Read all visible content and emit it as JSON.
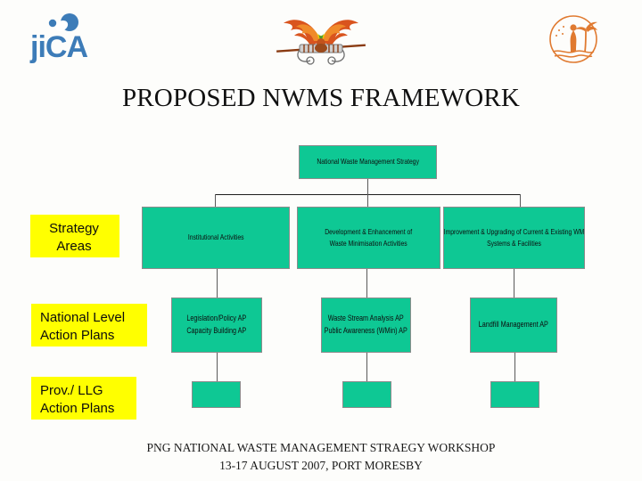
{
  "slide": {
    "title": "PROPOSED NWMS FRAMEWORK",
    "background_color": "#fdfdfb"
  },
  "logos": [
    {
      "name": "jica-logo",
      "text": "JICA",
      "color": "#3d7cb8"
    },
    {
      "name": "png-national-emblem",
      "text": "",
      "color": "#e2661f"
    },
    {
      "name": "workshop-logo",
      "text": "",
      "color": "#e07a30"
    }
  ],
  "row_labels": [
    {
      "id": "strategy",
      "text": "Strategy\nAreas",
      "color": "#ffff00"
    },
    {
      "id": "national",
      "text": "National Level\nAction Plans",
      "color": "#ffff00"
    },
    {
      "id": "provincial",
      "text": "Prov./ LLG\nAction Plans",
      "color": "#ffff00"
    }
  ],
  "chart_data": {
    "type": "diagram",
    "title": "PROPOSED NWMS FRAMEWORK",
    "node_fill": "#0ec894",
    "node_border": "#8c8c8c",
    "connector_color": "#5a5a5a",
    "levels": [
      {
        "name": "root",
        "label": "Strategy"
      },
      {
        "name": "strategy_areas",
        "label": "Strategy Areas"
      },
      {
        "name": "national_action_plans",
        "label": "National Level Action Plans"
      },
      {
        "name": "provincial_action_plans",
        "label": "Prov./ LLG Action Plans"
      }
    ],
    "nodes": {
      "root": {
        "lines": [
          "National Waste Management Strategy"
        ]
      },
      "mid": [
        {
          "lines": [
            "Institutional Activities"
          ]
        },
        {
          "lines": [
            "Development & Enhancement of",
            "Waste Minimisation Activities"
          ]
        },
        {
          "lines": [
            "Improvement & Upgrading of Current & Existing WM",
            "Systems & Facilities"
          ]
        }
      ],
      "action_plans": [
        {
          "lines": [
            "Legislation/Policy AP",
            "Capacity Building AP"
          ]
        },
        {
          "lines": [
            "Waste Stream Analysis AP",
            "Public Awareness (WMin) AP"
          ]
        },
        {
          "lines": [
            "Landfill Management AP"
          ]
        }
      ],
      "provincial": [
        {
          "lines": []
        },
        {
          "lines": []
        },
        {
          "lines": []
        }
      ]
    },
    "edges": [
      {
        "from": "root",
        "to": "mid.0"
      },
      {
        "from": "root",
        "to": "mid.1"
      },
      {
        "from": "root",
        "to": "mid.2"
      },
      {
        "from": "mid.0",
        "to": "action_plans.0"
      },
      {
        "from": "mid.1",
        "to": "action_plans.1"
      },
      {
        "from": "mid.2",
        "to": "action_plans.2"
      },
      {
        "from": "action_plans.0",
        "to": "provincial.0"
      },
      {
        "from": "action_plans.1",
        "to": "provincial.1"
      },
      {
        "from": "action_plans.2",
        "to": "provincial.2"
      }
    ]
  },
  "footer": {
    "line1": "PNG NATIONAL WASTE MANAGEMENT STRAEGY WORKSHOP",
    "line2": "13-17 AUGUST 2007, PORT MORESBY"
  }
}
